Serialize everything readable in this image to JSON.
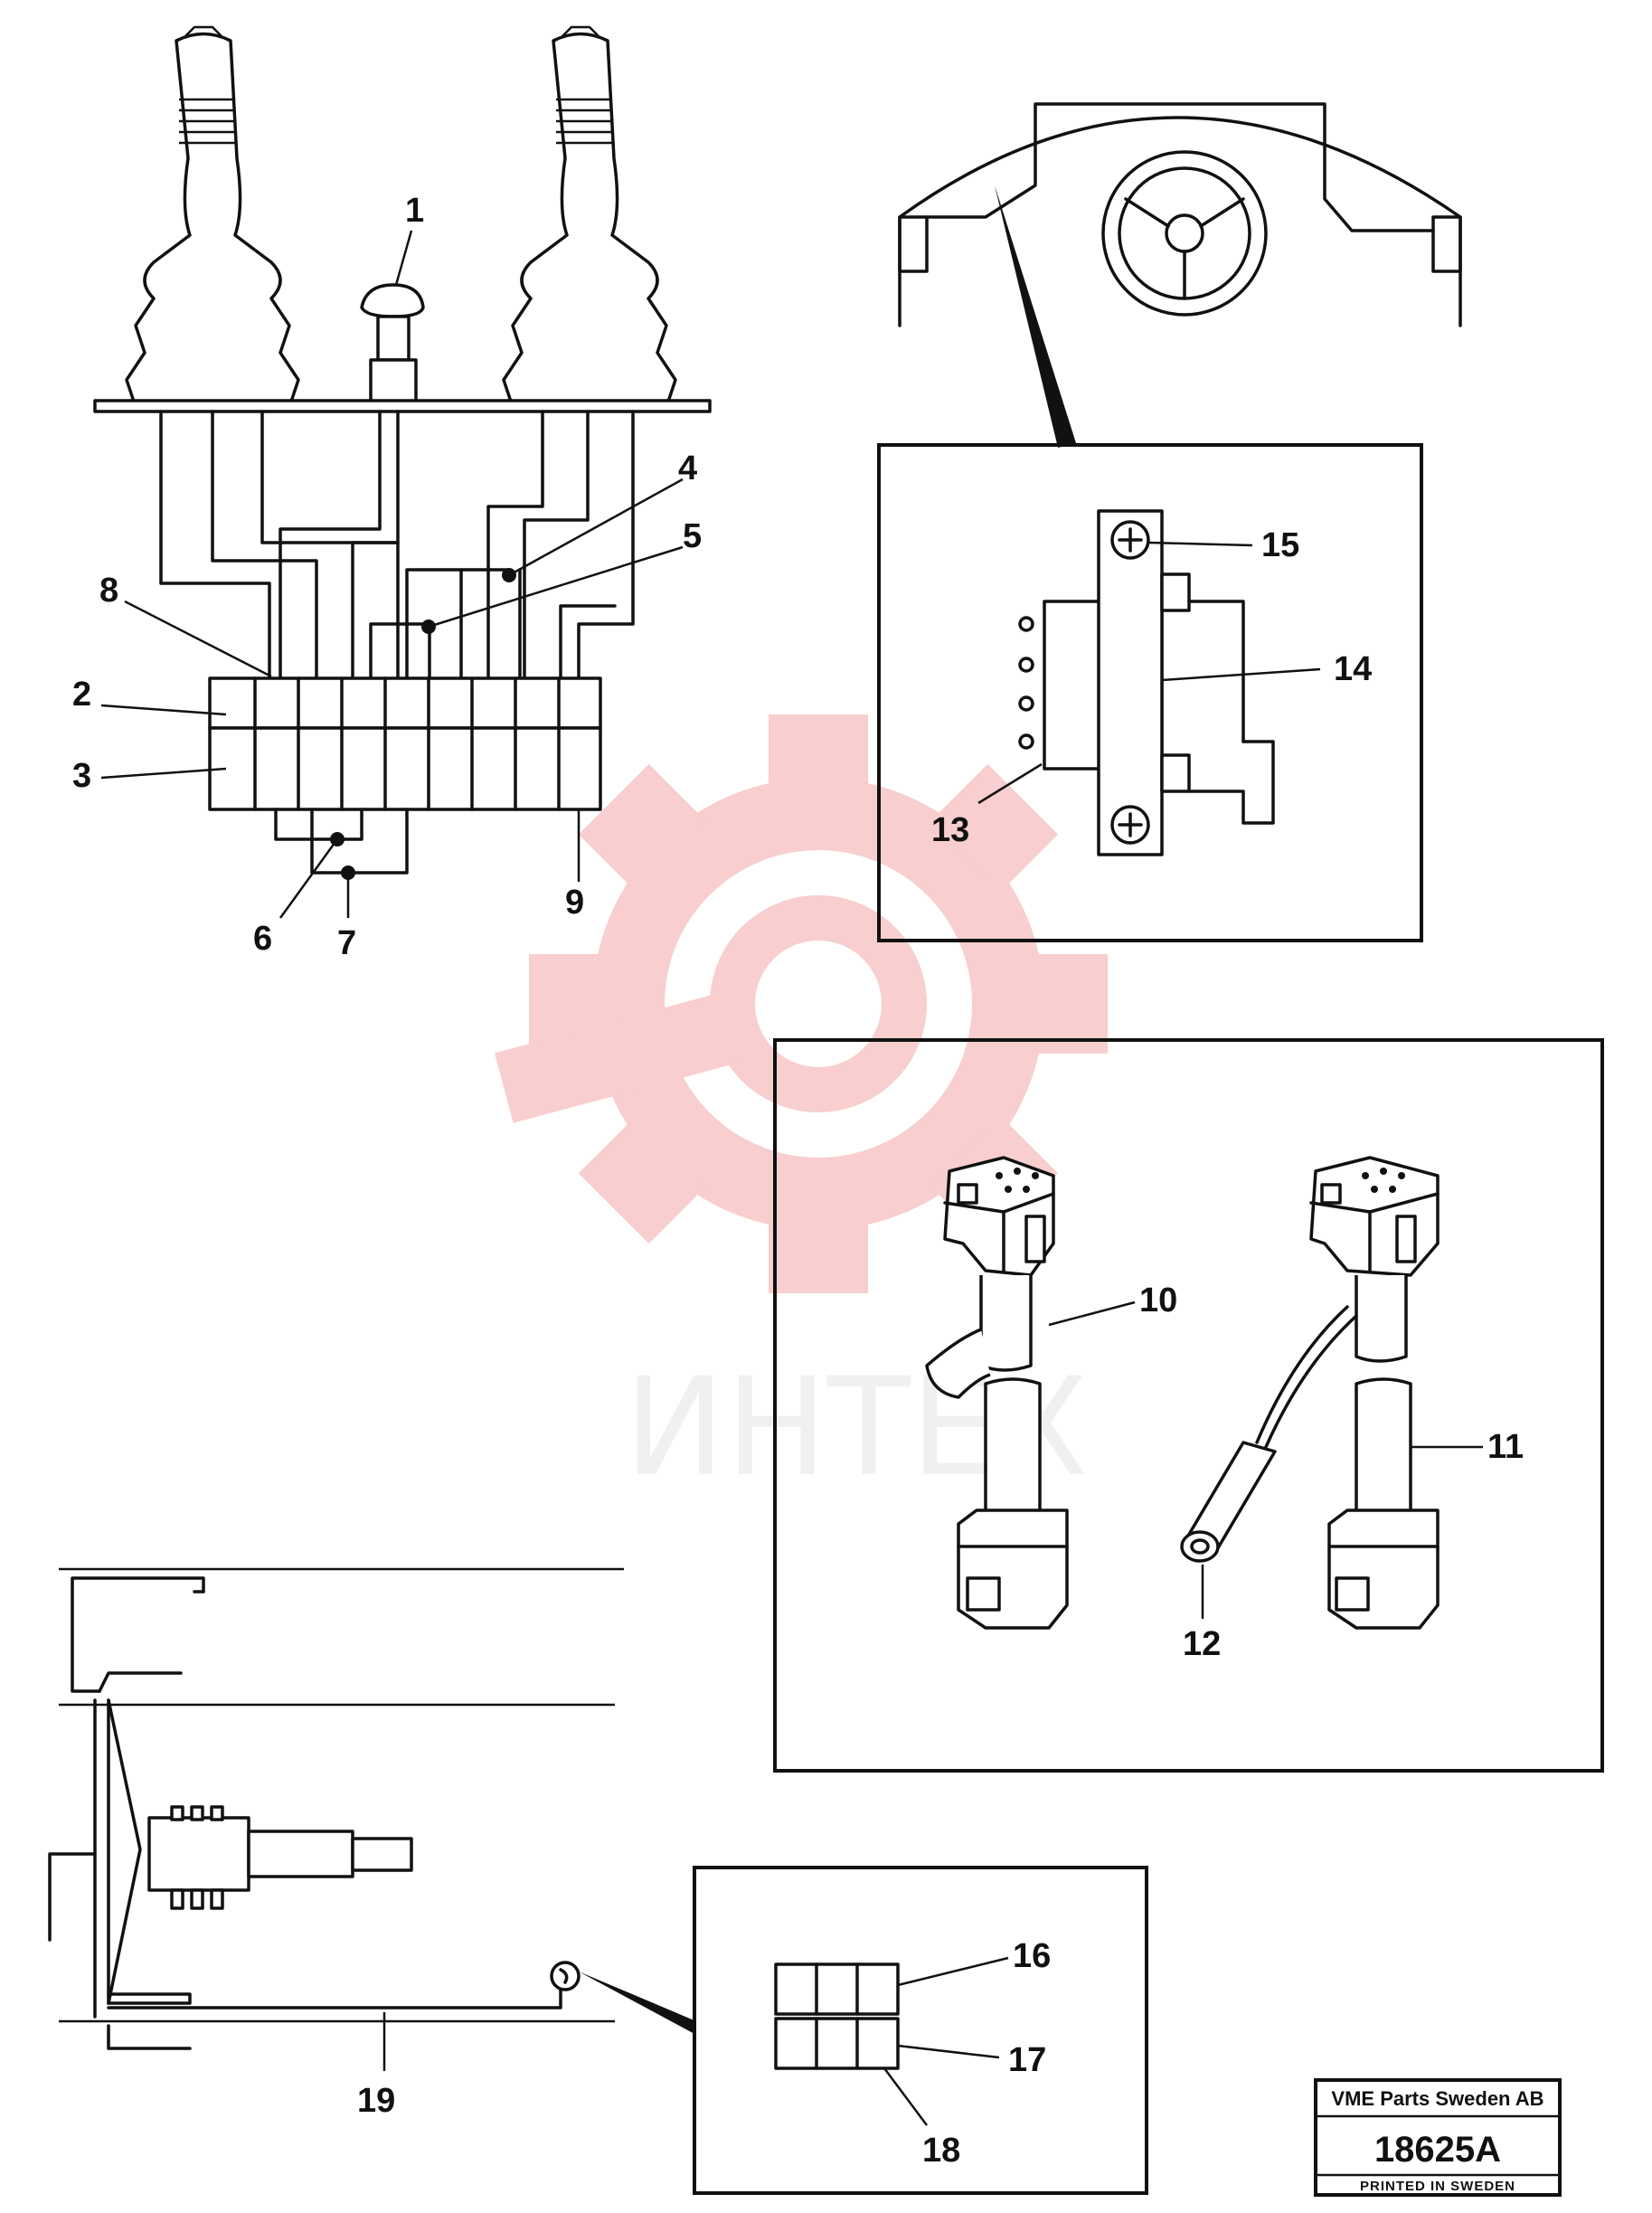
{
  "watermark": {
    "text": "ИНТЕХ",
    "color": "#f2a6a6",
    "icon": "gear-watermark-icon"
  },
  "callouts": {
    "c1": "1",
    "c2": "2",
    "c3": "3",
    "c4": "4",
    "c5": "5",
    "c6": "6",
    "c7": "7",
    "c8": "8",
    "c9": "9",
    "c10": "10",
    "c11": "11",
    "c12": "12",
    "c13": "13",
    "c14": "14",
    "c15": "15",
    "c16": "16",
    "c17": "17",
    "c18": "18",
    "c19": "19"
  },
  "stamp": {
    "company": "VME Parts Sweden AB",
    "number": "18625A",
    "footer": "PRINTED IN SWEDEN"
  }
}
